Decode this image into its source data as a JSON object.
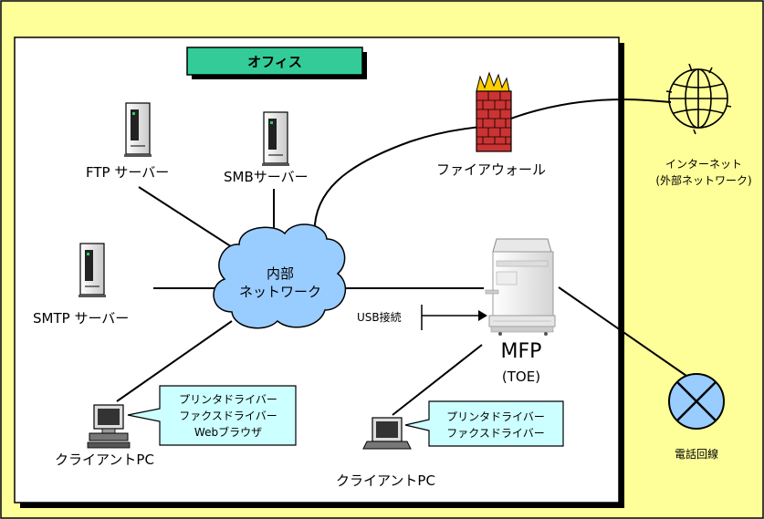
{
  "colors": {
    "outer_bg": "#FFFF99",
    "office_bg": "#FFFFFF",
    "title_bg": "#33CC99",
    "network_cloud": "#99CCFF",
    "callout_bg": "#CCFFFF",
    "phone_circle": "#99CCFF",
    "firewall_brick": "#CC3333",
    "firewall_flame": "#FFCC00"
  },
  "office": {
    "title": "オフィス"
  },
  "nodes": {
    "ftp_server": "FTP サーバー",
    "smb_server": "SMBサーバー",
    "smtp_server": "SMTP サーバー",
    "firewall": "ファイアウォール",
    "internet_line1": "インターネット",
    "internet_line2": "(外部ネットワーク)",
    "network_line1": "内部",
    "network_line2": "ネットワーク",
    "mfp": "MFP",
    "toe": "(TOE)",
    "usb": "USB接続",
    "phone": "電話回線",
    "client_pc_left": "クライアントPC",
    "client_pc_right": "クライアントPC"
  },
  "callouts": {
    "left": [
      "プリンタドライバー",
      "ファクスドライバー",
      "Webブラウザ"
    ],
    "right": [
      "プリンタドライバー",
      "ファクスドライバー"
    ]
  },
  "icons": {
    "server": "server-tower-icon",
    "firewall": "brick-wall-flame-icon",
    "globe": "globe-icon",
    "pc": "desktop-pc-icon",
    "laptop": "laptop-icon",
    "mfp": "multifunction-printer-icon",
    "phone": "phone-line-x-icon"
  }
}
